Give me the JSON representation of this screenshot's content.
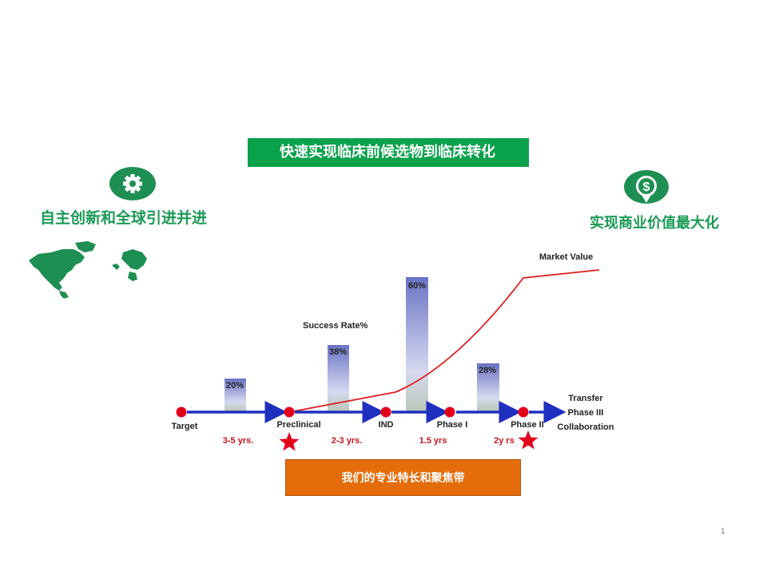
{
  "banner": {
    "title": "快速实现临床前候选物到临床转化"
  },
  "left": {
    "heading": "自主创新和全球引进并进",
    "icon": "gear-icon",
    "map_icon": "world-map-icon"
  },
  "right": {
    "heading": "实现商业价值最大化",
    "icon": "dollar-icon"
  },
  "colors": {
    "green": "#0aa14b",
    "red_curve": "#e01e1e",
    "arrow_blue": "#1f2fbf",
    "node_red": "#e3001b",
    "orange": "#e46c0a"
  },
  "diagram": {
    "market_value_label": "Market Value",
    "success_rate_label": "Success Rate%",
    "stages": [
      "Target",
      "Preclinical",
      "IND",
      "Phase I",
      "Phase II"
    ],
    "end_labels": [
      "Transfer",
      "Phase III",
      "Collaboration"
    ],
    "durations": [
      "3-5 yrs.",
      "2-3 yrs.",
      "1.5 yrs",
      "2y rs"
    ],
    "success_rates": [
      {
        "label": "20%",
        "value": 20
      },
      {
        "label": "38%",
        "value": 38
      },
      {
        "label": "60%",
        "value": 60
      },
      {
        "label": "28%",
        "value": 28
      }
    ]
  },
  "focus_box": {
    "text": "我们的专业特长和聚焦带"
  },
  "page_number": "1"
}
